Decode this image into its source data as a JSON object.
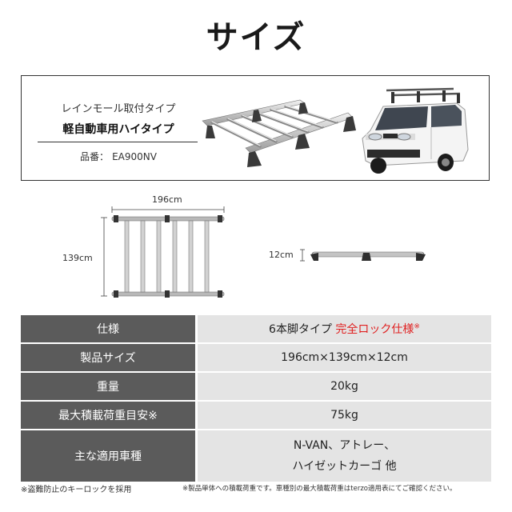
{
  "page": {
    "title": "サイズ"
  },
  "product": {
    "subtitle": "レインモール取付タイプ",
    "name": "軽自動車用ハイタイプ",
    "code_label": "品番：",
    "code": "EA900NV"
  },
  "dimensions": {
    "width": "196cm",
    "depth": "139cm",
    "height": "12cm"
  },
  "specs": {
    "row1": {
      "label": "仕様",
      "value": "6本脚タイプ",
      "highlight": "完全ロック仕様",
      "mark": "※"
    },
    "row2": {
      "label": "製品サイズ",
      "value": "196cm×139cm×12cm"
    },
    "row3": {
      "label": "重量",
      "value": "20kg"
    },
    "row4": {
      "label": "最大積載荷重目安※",
      "value": "75kg"
    },
    "row5": {
      "label": "主な適用車種",
      "value_line1": "N-VAN、アトレー、",
      "value_line2": "ハイゼットカーゴ 他"
    }
  },
  "notes": {
    "left": "※盗難防止のキーロックを採用",
    "right": "※製品単体への積載荷重です。車種別の最大積載荷重はterzo適用表にてご確認ください。"
  },
  "colors": {
    "label_bg": "#5b5b5b",
    "value_bg": "#e4e4e4",
    "highlight": "#e02020"
  }
}
